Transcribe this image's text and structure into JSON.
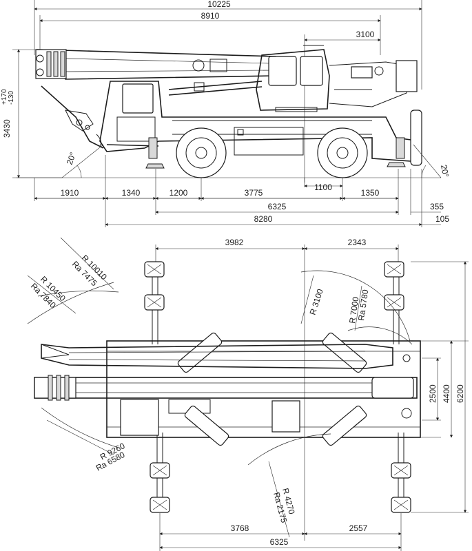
{
  "side_view": {
    "overall_length_top": "10225",
    "boom_length": "8910",
    "rear_overhang_top": "3100",
    "height": "3430",
    "height_tolerance_plus": "+170",
    "height_tolerance_minus": "-130",
    "front_angle": "20°",
    "rear_angle": "20°",
    "dims_row1": [
      "1910",
      "1340",
      "1200",
      "3775",
      "1100",
      "1350"
    ],
    "dim_6325": "6325",
    "dim_355": "355",
    "dim_8280": "8280",
    "dim_105": "105"
  },
  "top_view": {
    "dim_3982": "3982",
    "dim_2343": "2343",
    "radius_r10010": "R 10010",
    "radius_ra7475": "Ra 7475",
    "radius_r10450": "R 10450",
    "radius_ra7840": "Ra 7840",
    "radius_r3100": "R 3100",
    "radius_r7000": "R 7000",
    "radius_ra5780": "Ra 5780",
    "radius_r9260": "R 9260",
    "radius_ra6580": "Ra 6580",
    "radius_r4270": "R 4270",
    "radius_ra2175": "Ra 2175",
    "width_2500": "2500",
    "width_4400": "4400",
    "width_6200": "6200",
    "dim_3768": "3768",
    "dim_2557": "2557",
    "dim_6325_bottom": "6325"
  }
}
